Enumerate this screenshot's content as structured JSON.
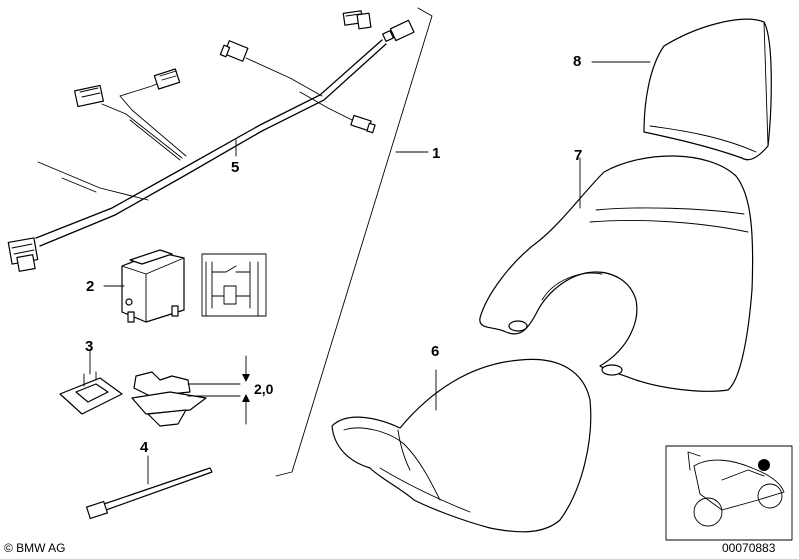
{
  "callouts": {
    "c1": "1",
    "c2": "2",
    "c3": "3",
    "c4": "4",
    "c5": "5",
    "c6": "6",
    "c7": "7",
    "c8": "8"
  },
  "dimension": "2,0",
  "copyright": "© BMW AG",
  "diagram_number": "00070883",
  "icons": {
    "thumbnail": "motorcycle-icon",
    "relay_schematic": "relay-schematic-icon"
  }
}
